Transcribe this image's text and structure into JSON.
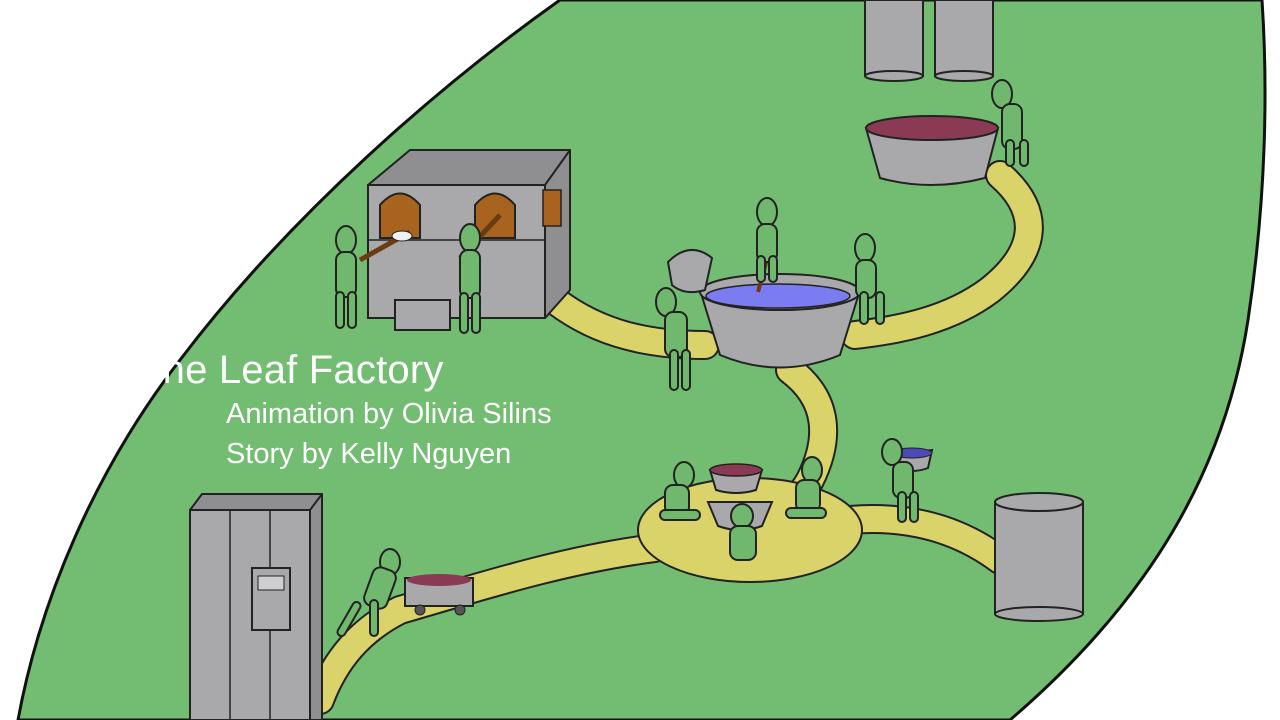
{
  "title": "The Leaf Factory",
  "credits": {
    "animation": "Animation by Olivia Silins",
    "story": "Story by Kelly Nguyen"
  },
  "colors": {
    "leaf": "#72bd72",
    "path": "#d9d36a",
    "machine": "#a9a9ab",
    "worker": "#6fb86e",
    "water": "#7b7cf0",
    "text": "#ffffff"
  }
}
